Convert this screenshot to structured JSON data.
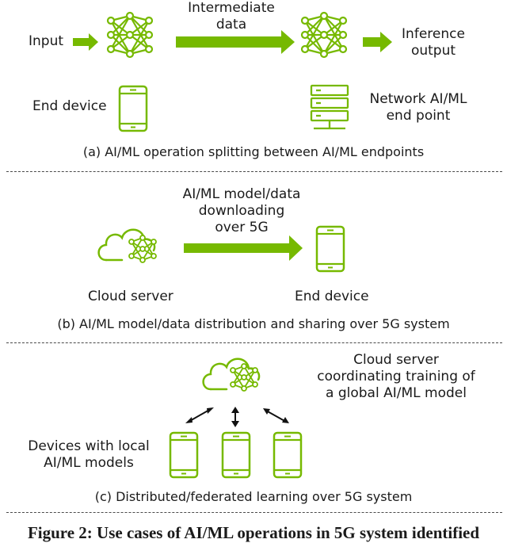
{
  "colors": {
    "accent": "#76b900",
    "line": "#4a4a4a",
    "text": "#1a1a1a",
    "arrow": "#111111"
  },
  "section_a": {
    "input_label": "Input",
    "intermediate_label_line1": "Intermediate",
    "intermediate_label_line2": "data",
    "inference_label_line1": "Inference",
    "inference_label_line2": "output",
    "end_device_label": "End device",
    "network_label_line1": "Network AI/ML",
    "network_label_line2": "end point",
    "caption": "(a) AI/ML operation splitting between AI/ML endpoints"
  },
  "section_b": {
    "arrow_label_line1": "AI/ML model/data",
    "arrow_label_line2": "downloading",
    "arrow_label_line3": "over 5G",
    "cloud_label": "Cloud server",
    "end_device_label": "End device",
    "caption": "(b) AI/ML model/data distribution and sharing over 5G system"
  },
  "section_c": {
    "cloud_label_line1": "Cloud server",
    "cloud_label_line2": "coordinating training of",
    "cloud_label_line3": "a global AI/ML model",
    "devices_label_line1": "Devices with local",
    "devices_label_line2": "AI/ML models",
    "caption": "(c) Distributed/federated learning over 5G system"
  },
  "figure_caption": "Figure 2: Use cases of AI/ML operations in 5G system identified"
}
